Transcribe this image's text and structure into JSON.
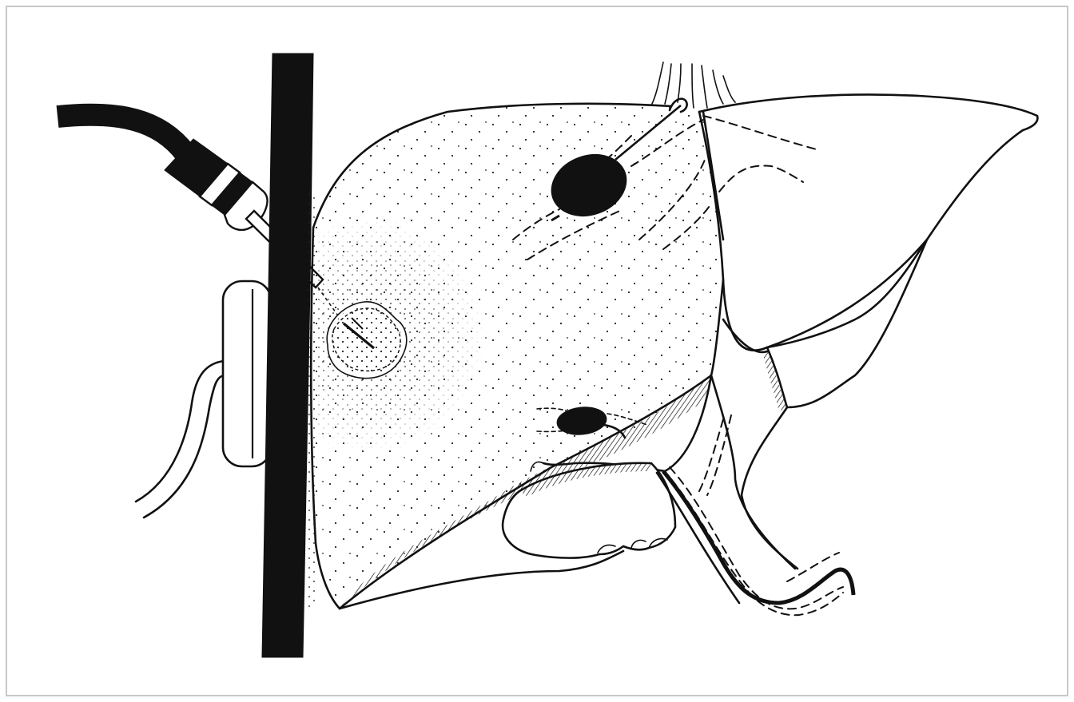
{
  "figure": {
    "labels": [],
    "colors": {
      "ink": "#111111",
      "paper": "#ffffff",
      "frame": "#c8c8c8"
    },
    "elements": [
      "frame",
      "ultrasound-probe-cable",
      "ultrasound-probe-handle",
      "biopsy-needle",
      "abdominal-wall",
      "skin-electrode-pad",
      "liver-right-lobe",
      "liver-left-lobe",
      "tumor-lesion",
      "hepatic-vein-node",
      "portal-node",
      "gallbladder",
      "common-bile-duct"
    ]
  }
}
